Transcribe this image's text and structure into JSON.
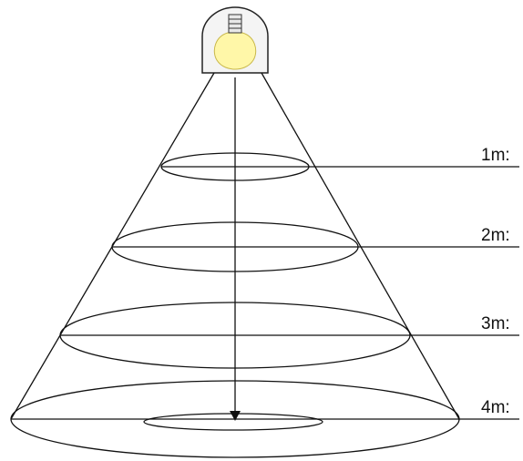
{
  "diagram": {
    "distance_labels": [
      "1m:",
      "2m:",
      "3m:",
      "4m:"
    ]
  }
}
